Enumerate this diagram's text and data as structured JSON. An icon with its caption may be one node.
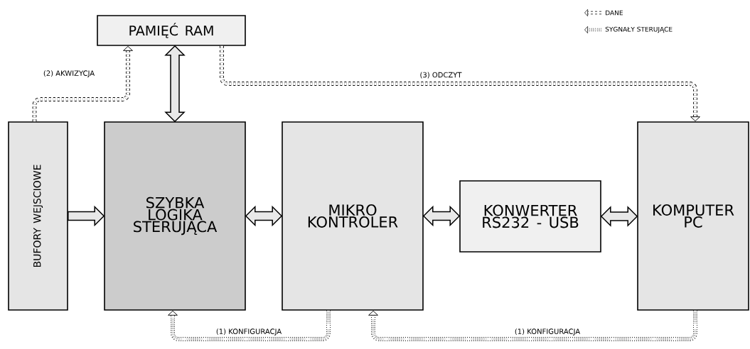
{
  "diagram": {
    "nodes": [
      {
        "text": [
          "PAMIĘĆ RAM"
        ]
      },
      {
        "text": [
          "BUFORY WEJSCIOWE"
        ]
      },
      {
        "text": [
          "SZYBKA LOGIKA STERUJĄCA"
        ]
      },
      {
        "text": [
          "MIKRO KONTROLER"
        ]
      },
      {
        "text": [
          "KONWERTER RS232 - USB"
        ]
      },
      {
        "text": [
          "KOMPUTER PC"
        ]
      }
    ],
    "edges": [
      {
        "from": 1,
        "to": 2,
        "arrow": "to"
      },
      {
        "from": 2,
        "to": 0,
        "arrow": "both"
      },
      {
        "from": 2,
        "to": 3,
        "arrow": "both"
      },
      {
        "from": 3,
        "to": 4,
        "arrow": "both"
      },
      {
        "from": 4,
        "to": 5,
        "arrow": "both"
      },
      {
        "from": 1,
        "to": 0,
        "arrow": "to",
        "label": "(2) AKWIZYCJA",
        "style": "dashed"
      },
      {
        "from": 0,
        "to": 5,
        "arrow": "to",
        "label": "(3) ODCZYT",
        "style": "dashed"
      },
      {
        "from": 3,
        "to": 2,
        "arrow": "to",
        "label": "(1) KONFIGURACJA",
        "style": "dashed"
      },
      {
        "from": 5,
        "to": 3,
        "arrow": "to",
        "label": "(1) KONFIGURACJA",
        "style": "dashed"
      }
    ],
    "legend": [
      {
        "text": "DANE"
      },
      {
        "text": "SYGNAŁY STERUJĄCE"
      }
    ]
  }
}
